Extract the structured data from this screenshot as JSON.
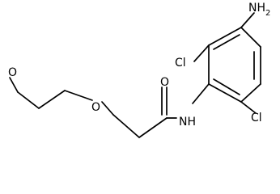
{
  "molecule": {
    "atoms": {
      "nh2": "NH",
      "nh2_subscript": "2",
      "nh": "NH",
      "cl_top": "Cl",
      "cl_bottom": "Cl",
      "o_carbonyl": "O",
      "o_ether": "O",
      "o_methoxy": "O"
    }
  }
}
